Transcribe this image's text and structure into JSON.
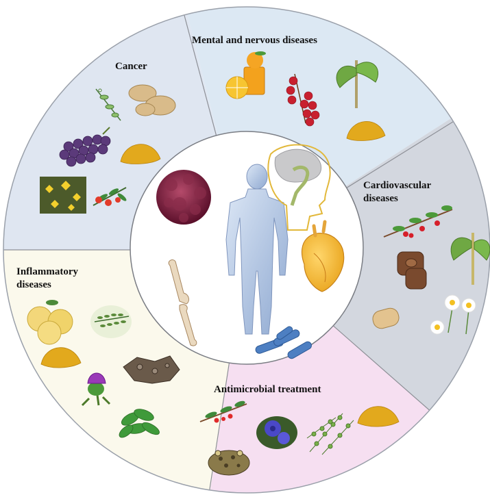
{
  "sections": {
    "cancer": {
      "label": "Cancer",
      "color": "#dfe6f1"
    },
    "mental": {
      "label": "Mental and nervous diseases",
      "color": "#dce8f3"
    },
    "cardiovascular": {
      "label": "Cardiovascular\ndiseases",
      "color": "#d3d7df"
    },
    "inflammatory": {
      "label": "Inflammatory\ndiseases",
      "color": "#fbf9ec"
    },
    "antimicrobial": {
      "label": "Antimicrobial treatment",
      "color": "#f6dff1"
    }
  },
  "colors": {
    "ring_edge": "#9aa0aa",
    "center_fill": "#ffffff",
    "body_fill": "#b7cbe8"
  }
}
